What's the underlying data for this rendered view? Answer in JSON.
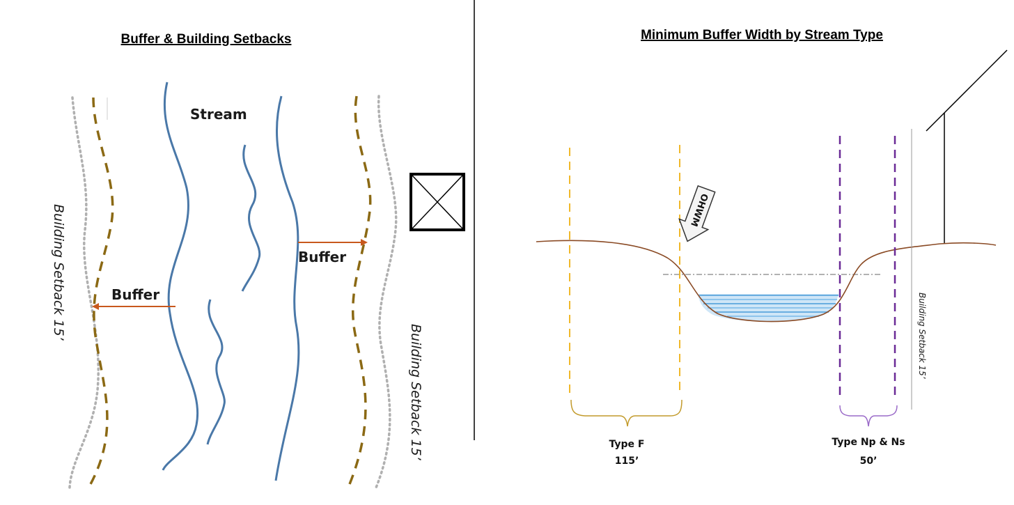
{
  "left_panel": {
    "title": "Buffer & Building Setbacks",
    "stream_label": "Stream",
    "buffer_left_label": "Buffer",
    "buffer_right_label": "Buffer",
    "setback_left_label": "Building Setback 15’",
    "setback_right_label": "Building Setback 15’"
  },
  "right_panel": {
    "title": "Minimum Buffer Width by Stream Type",
    "ohwm_label": "OHWM",
    "setback_label": "Building  Setback 15’",
    "type_f": {
      "name": "Type F",
      "width": "115’"
    },
    "type_np_ns": {
      "name": "Type Np & Ns",
      "width": "50’"
    }
  },
  "colors": {
    "stream": "#4a78a8",
    "buffer_line": "#8b6914",
    "setback_line": "#b0b0b0",
    "arrow": "#c8581c",
    "type_f_line": "#f0b82a",
    "type_np_line": "#6a2a96",
    "ground": "#8a4a24",
    "water": "#8ec4ec"
  }
}
